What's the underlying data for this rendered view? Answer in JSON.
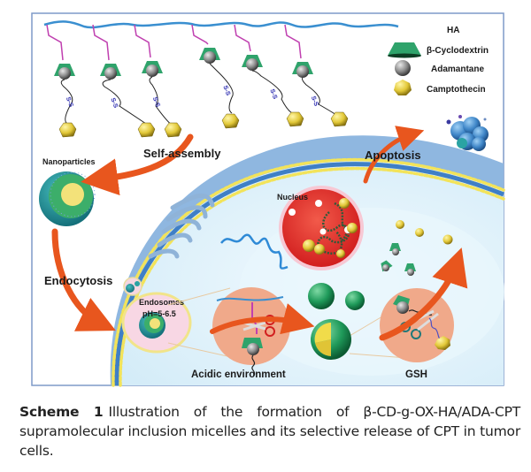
{
  "figure": {
    "legend": {
      "items": [
        {
          "label": "HA",
          "icon": "polymer-chain-line"
        },
        {
          "label": "β-Cyclodextrin",
          "icon": "truncated-cone-green"
        },
        {
          "label": "Adamantane",
          "icon": "gray-sphere"
        },
        {
          "label": "Camptothecin",
          "icon": "yellow-polyhedron"
        }
      ]
    },
    "labels": {
      "self_assembly": "Self-assembly",
      "nanoparticles": "Nanoparticles",
      "apoptosis": "Apoptosis",
      "nucleus": "Nucleus",
      "endocytosis": "Endocytosis",
      "endosomes": "Endosomes",
      "endosome_ph": "pH=5-6.5",
      "acidic_environment": "Acidic environment",
      "gsh": "GSH",
      "disulfide": "S-S"
    },
    "colors": {
      "ha_chain": "#3a8fd0",
      "linker": "#c040b0",
      "cyclodextrin": "#2fa36b",
      "adamantane": "#808080",
      "camptothecin": "#e6cf3a",
      "arrow": "#e8561e",
      "nucleus": "#e8302a",
      "cell_cytoplasm": "#e4f3fa",
      "membrane_head": "#f2e35a",
      "membrane_core": "#3f7fc6",
      "frame": "#7f9ac8"
    }
  },
  "caption": {
    "label": "Scheme 1",
    "text": "Illustration of the formation of β-CD-g-OX-HA/ADA-CPT supramolecular inclusion micelles and its selective release of CPT in tumor cells."
  }
}
